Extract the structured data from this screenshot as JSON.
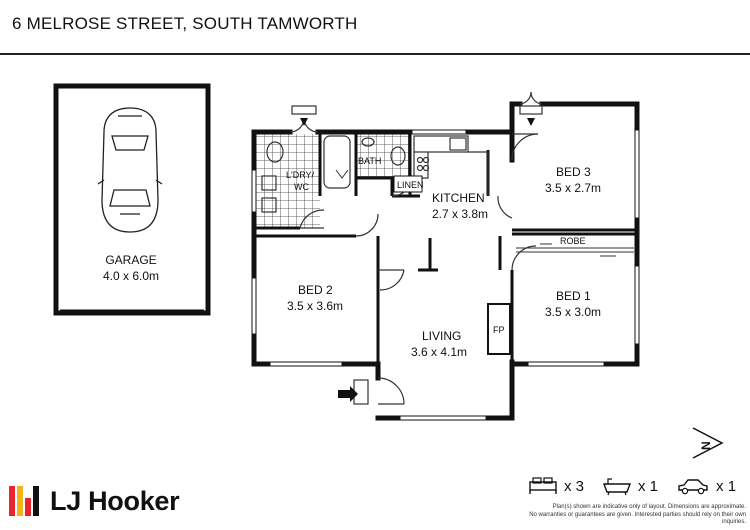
{
  "header": {
    "title": "6 MELROSE STREET, SOUTH TAMWORTH"
  },
  "rooms": {
    "garage": {
      "name": "GARAGE",
      "dims": "4.0 x 6.0m"
    },
    "laundry": {
      "name": "L'DRY/",
      "name2": "WC"
    },
    "bath": {
      "name": "BATH"
    },
    "linen": {
      "name": "LINEN"
    },
    "kitchen": {
      "name": "KITCHEN",
      "dims": "2.7 x 3.8m"
    },
    "bed3": {
      "name": "BED 3",
      "dims": "3.5 x 2.7m"
    },
    "bed2": {
      "name": "BED 2",
      "dims": "3.5 x 3.6m"
    },
    "bed1": {
      "name": "BED 1",
      "dims": "3.5 x 3.0m"
    },
    "robe": {
      "name": "ROBE"
    },
    "living": {
      "name": "LIVING",
      "dims": "3.6 x 4.1m"
    },
    "fp": {
      "name": "FP"
    }
  },
  "compass": {
    "label": "N"
  },
  "brand": {
    "name": "LJ Hooker",
    "colors": [
      "#e8262b",
      "#f6b21a",
      "#111111"
    ]
  },
  "counts": {
    "bedrooms": "x 3",
    "bathrooms": "x 1",
    "cars": "x 1"
  },
  "disclaimer": {
    "line1": "Plan(s) shown are indicative only of layout. Dimensions are approximate.",
    "line2": "No warranties or guarantees are given. Interested parties should rely on their own inquiries."
  }
}
